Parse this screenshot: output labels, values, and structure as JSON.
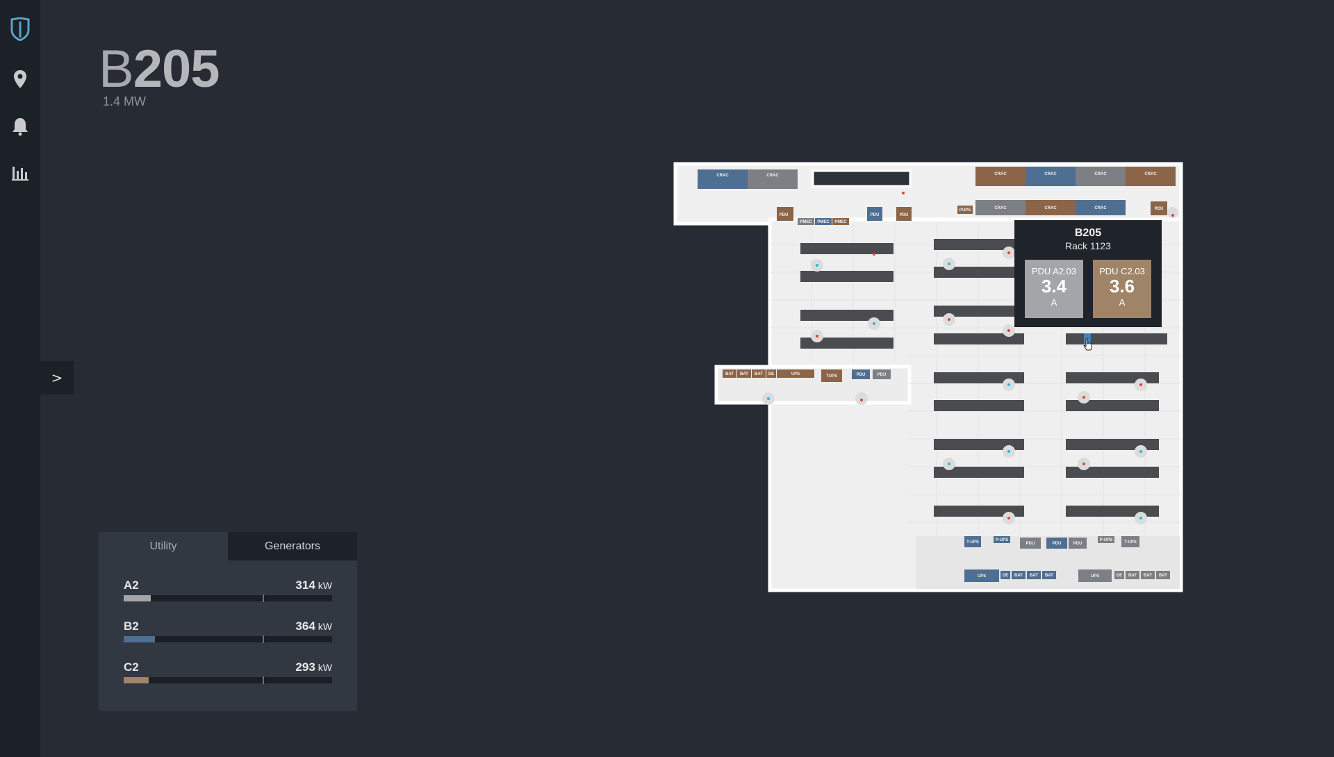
{
  "sidebar": {
    "icons": [
      "shield-logo-icon",
      "map-pin-icon",
      "bell-icon",
      "bar-chart-icon"
    ],
    "expander_label": ">"
  },
  "header": {
    "title_prefix": "B",
    "title_number": "205",
    "capacity": "1.4 MW"
  },
  "power_panel": {
    "tabs": [
      "Utility",
      "Generators"
    ],
    "active_tab": "Utility",
    "unit": "kW",
    "feeds": [
      {
        "name": "A2",
        "value": "314",
        "fill_fraction": 0.13,
        "color": "#a3a5a9"
      },
      {
        "name": "B2",
        "value": "364",
        "fill_fraction": 0.15,
        "color": "#4f6f92"
      },
      {
        "name": "C2",
        "value": "293",
        "fill_fraction": 0.12,
        "color": "#a08468"
      }
    ]
  },
  "floorplan": {
    "labels": {
      "crac": "CRAC",
      "pdu": "PDU",
      "pmec": "PMEC",
      "pups": "PUPS",
      "bat": "BAT",
      "de": "DE",
      "ups": "UPS",
      "tups": "TUPS",
      "t_ups": "T-UPS",
      "p_ups": "P-UPS"
    },
    "colors": {
      "blue": "#4f6f92",
      "brown": "#8c6548",
      "gray": "#7c7f84",
      "rack": "#4a4c50",
      "floor": "#f2f2f2"
    }
  },
  "tooltip": {
    "room": "B205",
    "rack": "Rack 1123",
    "pdus": [
      {
        "name": "PDU A2.03",
        "value": "3.4",
        "unit": "A",
        "color": "#a3a5a9"
      },
      {
        "name": "PDU C2.03",
        "value": "3.6",
        "unit": "A",
        "color": "#a08468"
      }
    ]
  }
}
